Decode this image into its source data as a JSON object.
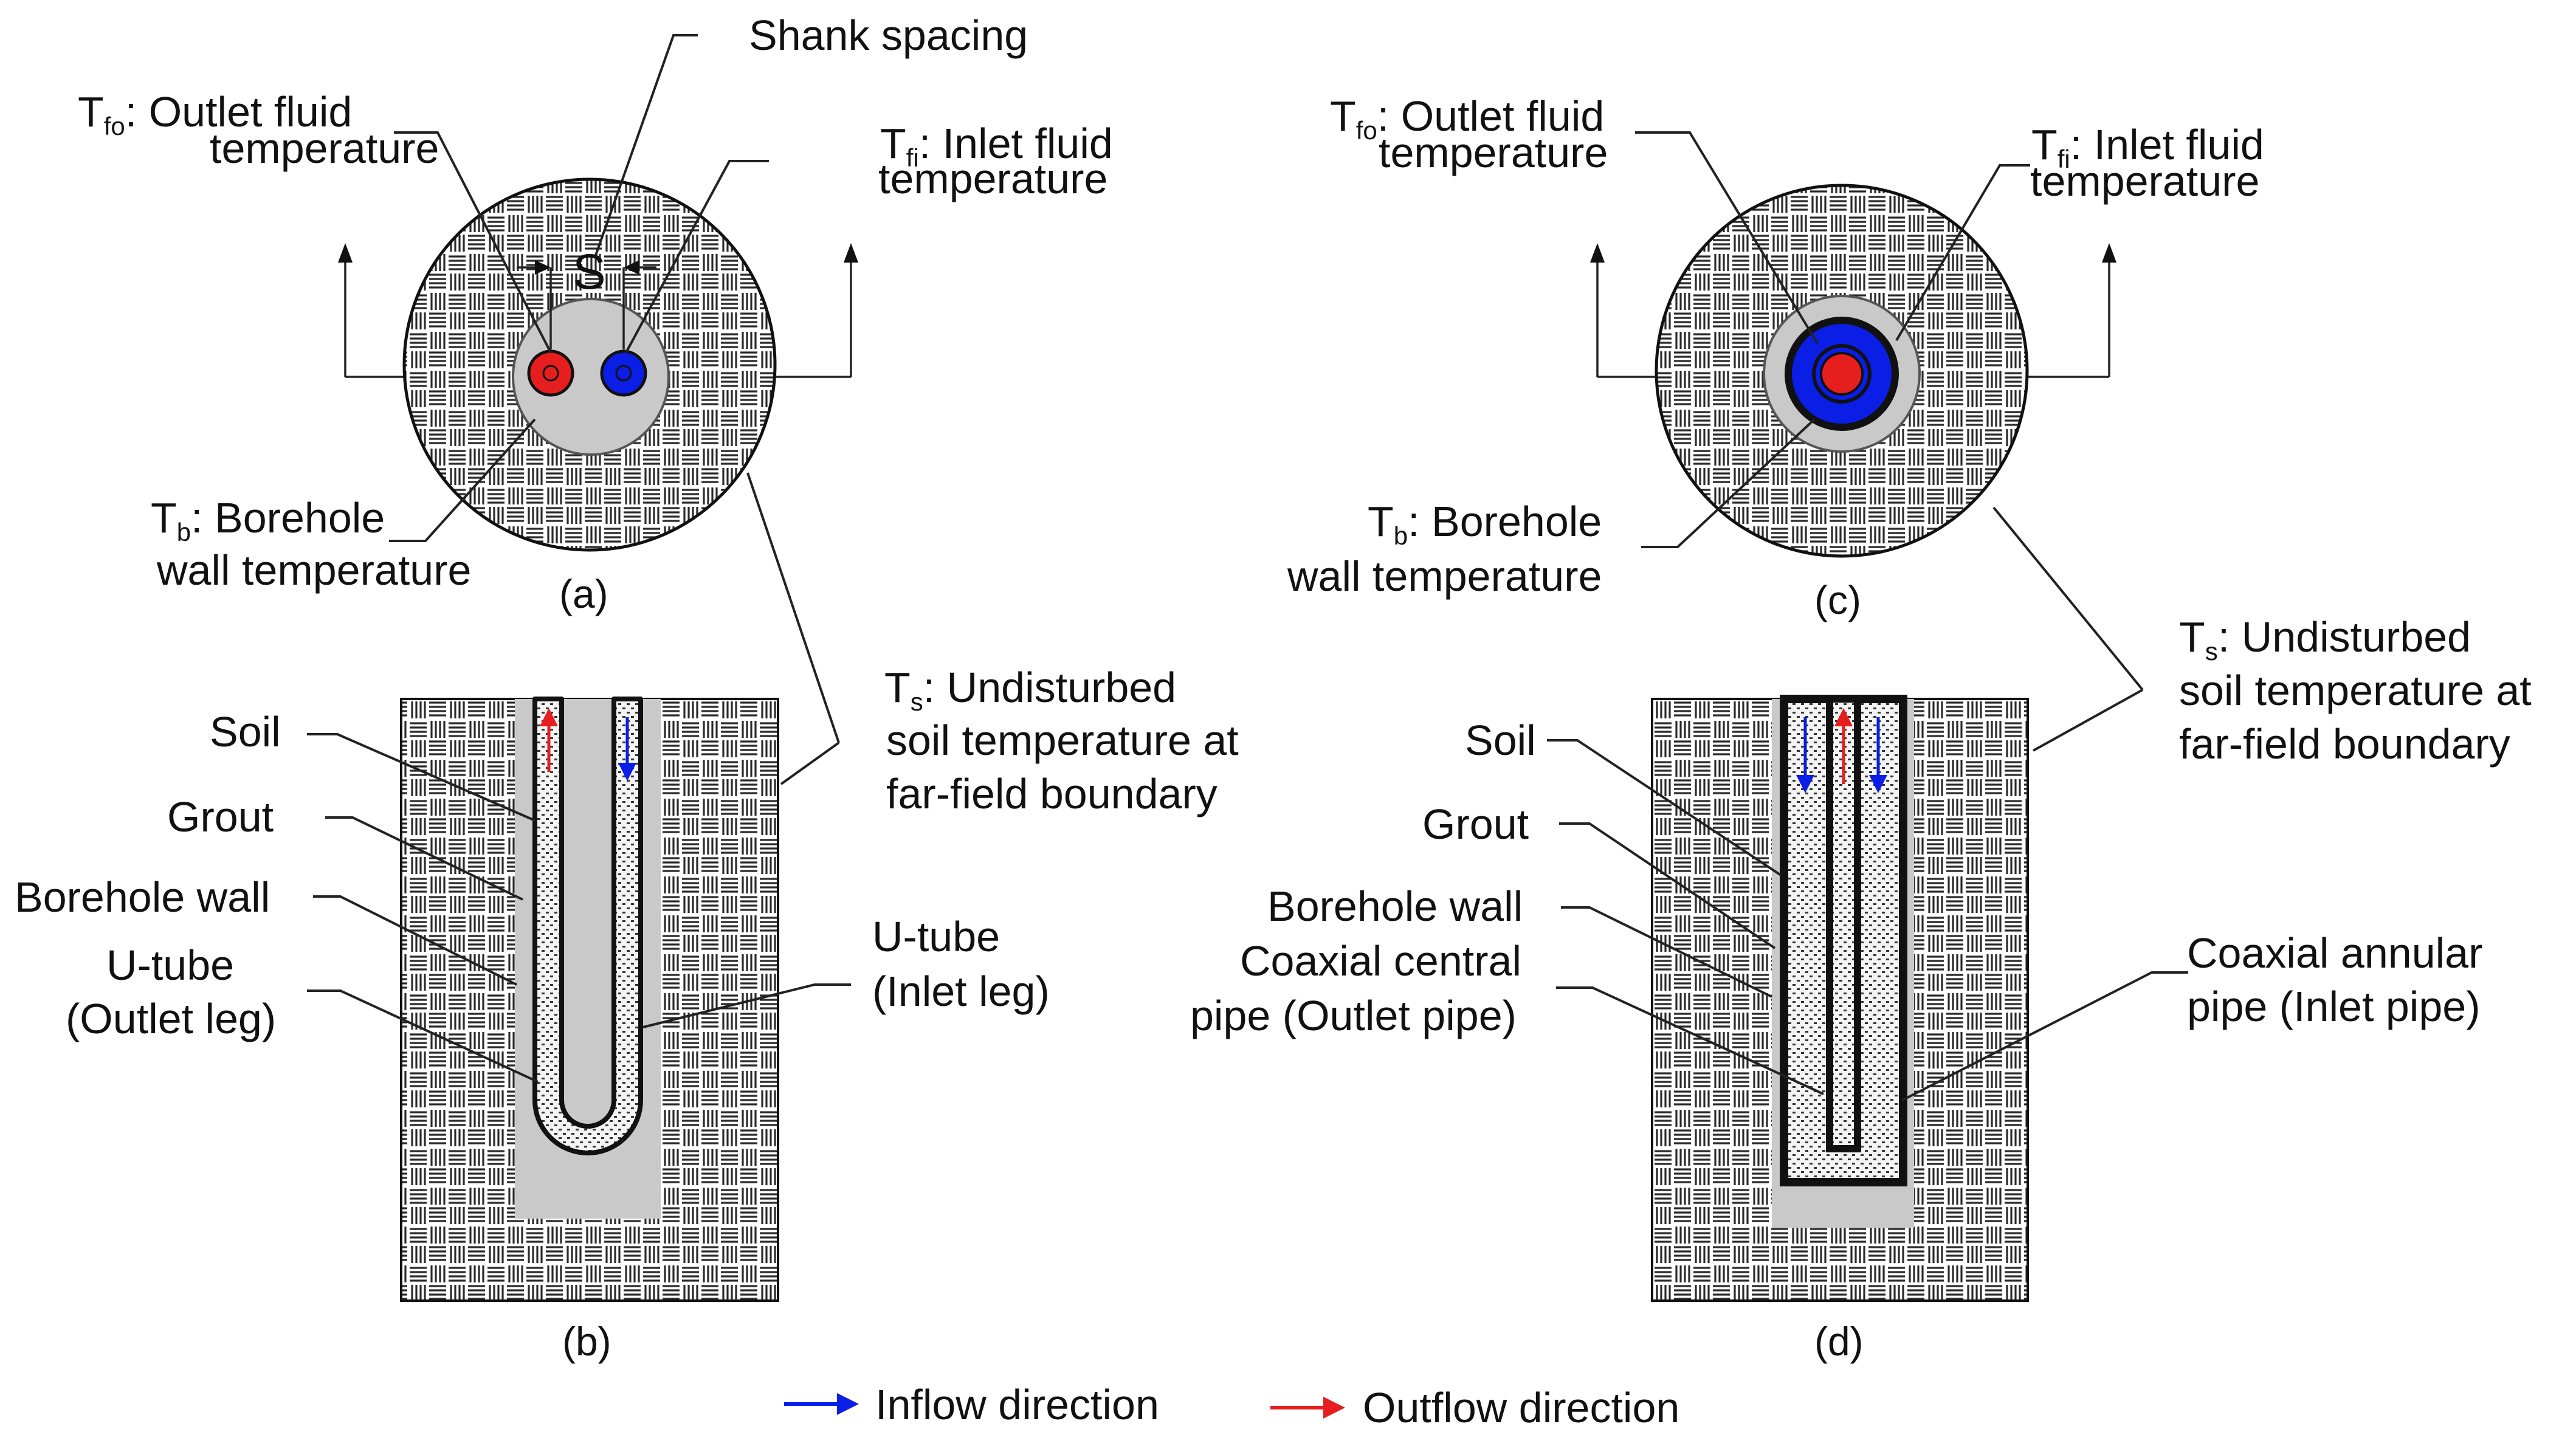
{
  "labels": {
    "shank_spacing": "Shank spacing",
    "s_symbol": "S",
    "tfo_main": "T",
    "tfo_sub": "fo",
    "tfo_text1": ": Outlet fluid",
    "tfo_text2": "temperature",
    "tfi_main": "T",
    "tfi_sub": "fi",
    "tfi_text1": ": Inlet fluid",
    "tfi_text2": "temperature",
    "tb_main": "T",
    "tb_sub": "b",
    "tb_text1": ":  Borehole",
    "tb_text2": "wall temperature",
    "ts_main": "T",
    "ts_sub": "s",
    "ts_text1": ": Undisturbed",
    "ts_text2": "soil temperature at",
    "ts_text3": "far-field boundary",
    "soil": "Soil",
    "grout": "Grout",
    "borehole_wall": "Borehole wall",
    "utube_outlet1": "U-tube",
    "utube_outlet2": "(Outlet leg)",
    "utube_inlet1": "U-tube",
    "utube_inlet2": "(Inlet leg)",
    "coax_central1": "Coaxial central",
    "coax_central2": "pipe (Outlet pipe)",
    "coax_annular1": "Coaxial annular",
    "coax_annular2": "pipe (Inlet pipe)"
  },
  "captions": {
    "a": "(a)",
    "b": "(b)",
    "c": "(c)",
    "d": "(d)"
  },
  "legend": {
    "inflow": "Inflow direction",
    "outflow": "Outflow direction"
  },
  "colors": {
    "inflow": "#0a1ee6",
    "outflow": "#e61e1e",
    "grout": "#c9c9c9",
    "soil_bg": "#ffffff",
    "hatch": "#2a2a2a"
  }
}
